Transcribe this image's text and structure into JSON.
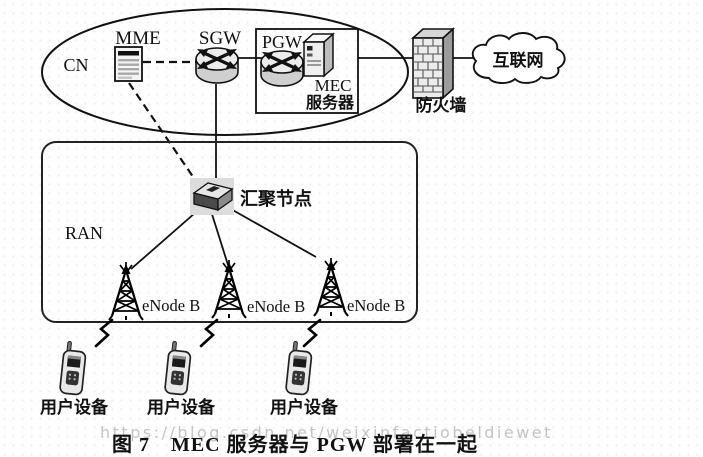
{
  "figure": {
    "caption": "图 7　MEC 服务器与 PGW 部署在一起",
    "watermark": "https://blog.csdn.net/weixinfactiobeldiewet"
  },
  "diagram": {
    "core_network": {
      "label": "CN",
      "mme": {
        "label": "MME",
        "icon": "mme-ledger-icon"
      },
      "sgw": {
        "label": "SGW",
        "icon": "router-icon"
      },
      "pgw": {
        "label": "PGW",
        "icon": "router-icon"
      },
      "mec": {
        "label_line1": "MEC",
        "label_line2": "服务器",
        "icon": "server-tower-icon"
      }
    },
    "internet": {
      "firewall_label": "防火墙",
      "firewall_icon": "firewall-brick-wall-icon",
      "cloud_label": "互联网",
      "cloud_icon": "internet-cloud"
    },
    "ran": {
      "label": "RAN",
      "aggregation_node": {
        "label": "汇聚节点",
        "icon": "switch-3d-icon"
      },
      "enodebs": [
        {
          "label": "eNode B",
          "icon": "antenna-tower-icon"
        },
        {
          "label": "eNode B",
          "icon": "antenna-tower-icon"
        },
        {
          "label": "eNode B",
          "icon": "antenna-tower-icon"
        }
      ]
    },
    "user_equipment": [
      {
        "label": "用户设备",
        "icon": "mobile-phone-icon"
      },
      {
        "label": "用户设备",
        "icon": "mobile-phone-icon"
      },
      {
        "label": "用户设备",
        "icon": "mobile-phone-icon"
      }
    ],
    "links": [
      {
        "from": "MME",
        "to": "SGW",
        "style": "dashed"
      },
      {
        "from": "MME",
        "to": "汇聚节点",
        "style": "dashed"
      },
      {
        "from": "SGW",
        "to": "PGW",
        "style": "solid"
      },
      {
        "from": "SGW",
        "to": "汇聚节点",
        "style": "solid"
      },
      {
        "from": "PGW/MEC",
        "to": "防火墙",
        "style": "solid"
      },
      {
        "from": "防火墙",
        "to": "互联网",
        "style": "solid"
      },
      {
        "from": "汇聚节点",
        "to": "eNode B 1",
        "style": "solid"
      },
      {
        "from": "汇聚节点",
        "to": "eNode B 2",
        "style": "solid"
      },
      {
        "from": "汇聚节点",
        "to": "eNode B 3",
        "style": "solid"
      },
      {
        "from": "eNode B 1",
        "to": "用户设备 1",
        "style": "wireless-bolt"
      },
      {
        "from": "eNode B 2",
        "to": "用户设备 2",
        "style": "wireless-bolt"
      },
      {
        "from": "eNode B 3",
        "to": "用户设备 3",
        "style": "wireless-bolt"
      }
    ],
    "colors": {
      "line": "#111111",
      "fill_light": "#ececec",
      "fill_mid": "#bdbdbd",
      "fill_dark": "#4a4a4a",
      "node_backdrop": "#dcdcdc",
      "watermark": "#c4c4c4",
      "background": "#fefefe"
    }
  }
}
